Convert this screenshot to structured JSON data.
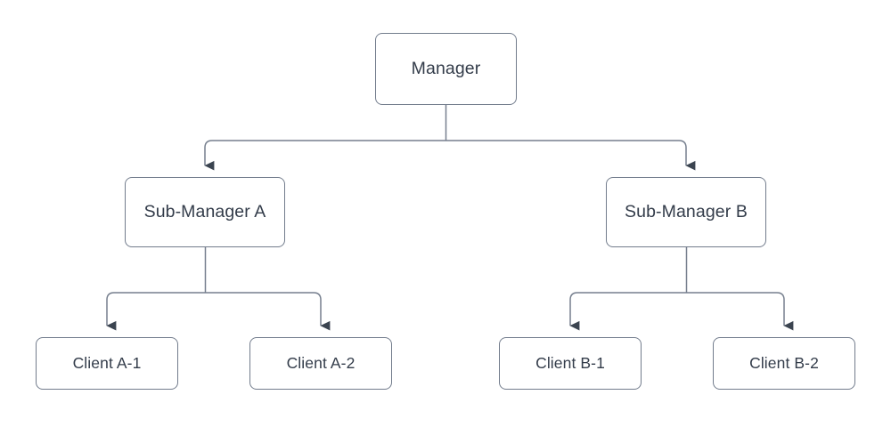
{
  "diagram": {
    "type": "hierarchy-tree",
    "title": "Manager hierarchy org chart",
    "background_color": "#ffffff",
    "node_border_color": "#727c8c",
    "node_fill_color": "#ffffff",
    "text_color": "#333c4a",
    "connector_color": "#767f8e",
    "arrowhead_color": "#3b4450",
    "levels": [
      {
        "name": "root",
        "nodes": [
          {
            "id": "manager",
            "label": "Manager"
          }
        ]
      },
      {
        "name": "middle",
        "nodes": [
          {
            "id": "sub-manager-a",
            "label": "Sub-Manager A"
          },
          {
            "id": "sub-manager-b",
            "label": "Sub-Manager B"
          }
        ]
      },
      {
        "name": "leaf",
        "nodes": [
          {
            "id": "client-a1",
            "label": "Client A-1"
          },
          {
            "id": "client-a2",
            "label": "Client A-2"
          },
          {
            "id": "client-b1",
            "label": "Client B-1"
          },
          {
            "id": "client-b2",
            "label": "Client B-2"
          }
        ]
      }
    ],
    "edges": [
      {
        "from": "manager",
        "to": "sub-manager-a",
        "arrow": "down"
      },
      {
        "from": "manager",
        "to": "sub-manager-b",
        "arrow": "down"
      },
      {
        "from": "sub-manager-a",
        "to": "client-a1",
        "arrow": "down"
      },
      {
        "from": "sub-manager-a",
        "to": "client-a2",
        "arrow": "down"
      },
      {
        "from": "sub-manager-b",
        "to": "client-b1",
        "arrow": "down"
      },
      {
        "from": "sub-manager-b",
        "to": "client-b2",
        "arrow": "down"
      }
    ]
  },
  "nodes": {
    "manager": {
      "label": "Manager"
    },
    "sub_manager_a": {
      "label": "Sub-Manager A"
    },
    "sub_manager_b": {
      "label": "Sub-Manager B"
    },
    "client_a1": {
      "label": "Client A-1"
    },
    "client_a2": {
      "label": "Client A-2"
    },
    "client_b1": {
      "label": "Client B-1"
    },
    "client_b2": {
      "label": "Client B-2"
    }
  }
}
